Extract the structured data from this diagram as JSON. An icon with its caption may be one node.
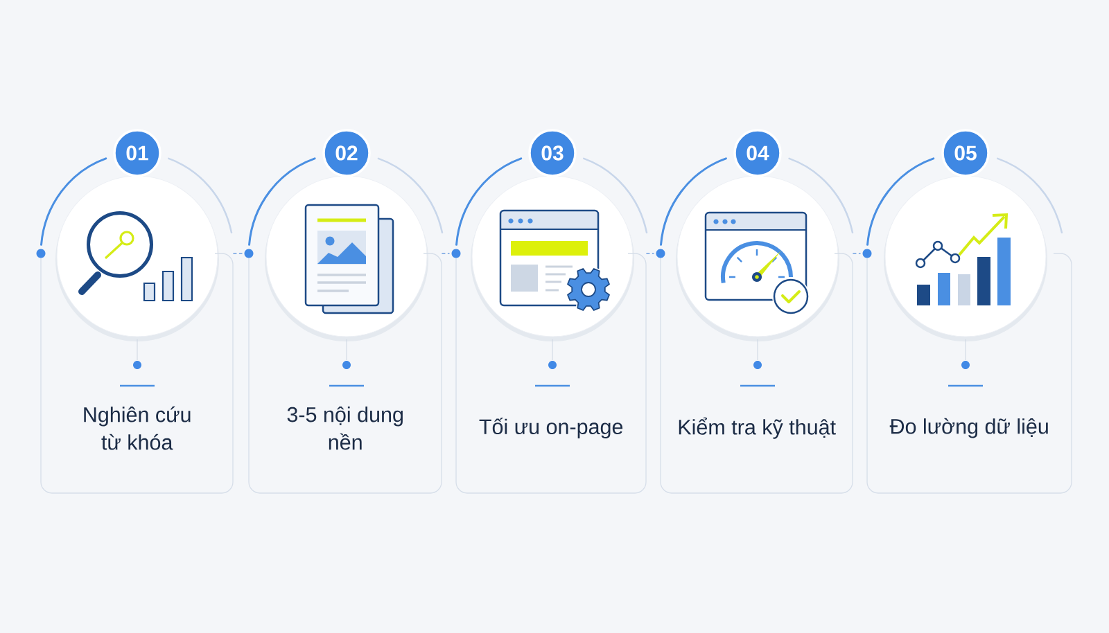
{
  "diagram": {
    "nodes": [
      {
        "text": [
          "01"
        ]
      },
      {
        "text": [
          "Nghiên cứu từ khóa"
        ]
      },
      {
        "text": [
          "02"
        ]
      },
      {
        "text": [
          "3-5 nội dung nền"
        ]
      },
      {
        "text": [
          "03"
        ]
      },
      {
        "text": [
          "Tối ưu on-page"
        ]
      },
      {
        "text": [
          "04"
        ]
      },
      {
        "text": [
          "Kiểm tra kỹ thuật"
        ]
      },
      {
        "text": [
          "05"
        ]
      },
      {
        "text": [
          "Đo lường dữ liệu"
        ]
      }
    ],
    "edges": [
      {
        "from": 1,
        "to": 3,
        "arrow": "none",
        "style": "dashed"
      },
      {
        "from": 3,
        "to": 5,
        "arrow": "none",
        "style": "dashed"
      },
      {
        "from": 5,
        "to": 7,
        "arrow": "none",
        "style": "dashed"
      },
      {
        "from": 7,
        "to": 9,
        "arrow": "none",
        "style": "dashed"
      }
    ]
  }
}
